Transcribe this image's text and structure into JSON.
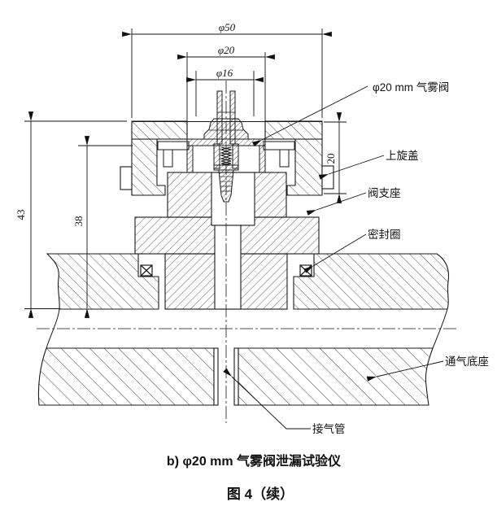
{
  "drawing": {
    "dims": {
      "phi50": "φ50",
      "phi20": "φ20",
      "phi16": "φ16",
      "h43": "43",
      "h38": "38",
      "h20": "20"
    },
    "labels": {
      "valve": "φ20 mm 气雾阀",
      "cap": "上旋盖",
      "seat": "阀支座",
      "seal": "密封圈",
      "base": "通气底座",
      "pipe": "接气管"
    },
    "caption": "b)  φ20 mm 气雾阀泄漏试验仪",
    "figure_label": "图 4（续）",
    "colors": {
      "line": "#1a1a1a",
      "background": "#ffffff"
    }
  }
}
